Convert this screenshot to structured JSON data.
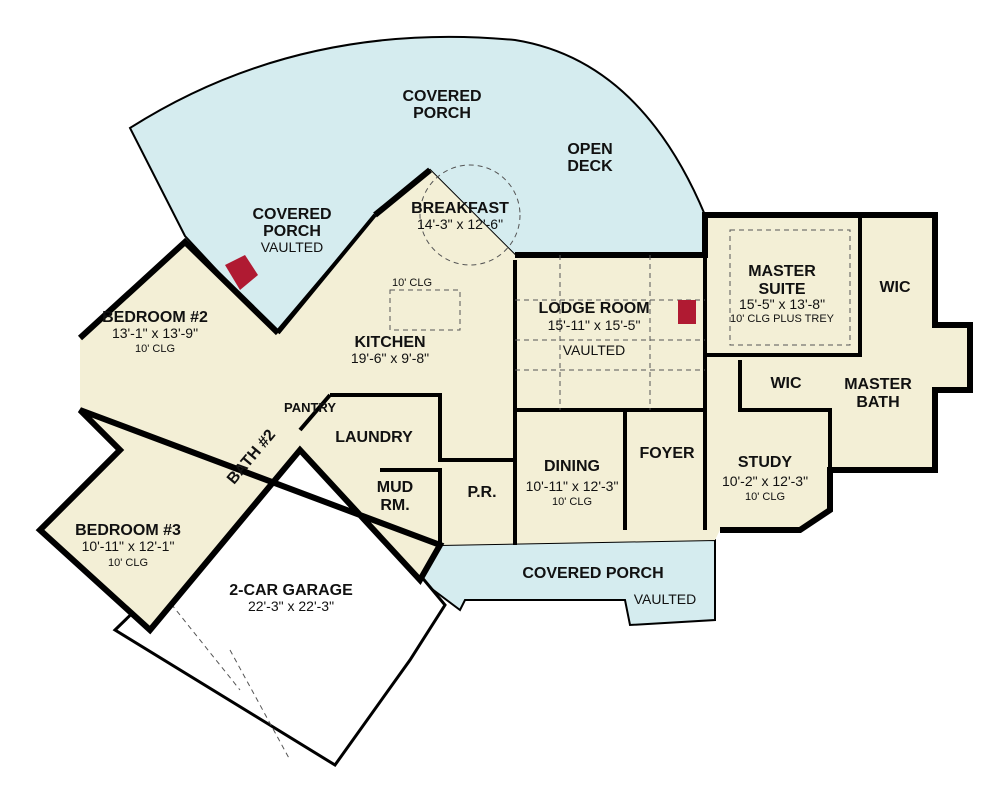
{
  "colors": {
    "interior": "#f3efd6",
    "porch": "#d5ecef",
    "garage": "#ffffff",
    "wall": "#000000",
    "fireplace": "#b01a32"
  },
  "rooms": {
    "covered_porch_top": {
      "name1": "COVERED",
      "name2": "PORCH"
    },
    "open_deck": {
      "name1": "OPEN",
      "name2": "DECK"
    },
    "covered_porch_left": {
      "name1": "COVERED",
      "name2": "PORCH",
      "note": "VAULTED"
    },
    "breakfast": {
      "name": "BREAKFAST",
      "dims": "14'-3\" x 12'-6\""
    },
    "bedroom2": {
      "name": "BEDROOM #2",
      "dims": "13'-1\" x 13'-9\"",
      "clg": "10' CLG"
    },
    "kitchen": {
      "clg": "10' CLG",
      "name": "KITCHEN",
      "dims": "19'-6\" x 9'-8\""
    },
    "lodge_room": {
      "name": "LODGE ROOM",
      "dims": "15'-11\" x 15'-5\"",
      "note": "VAULTED"
    },
    "master_suite": {
      "name1": "MASTER",
      "name2": "SUITE",
      "dims": "15'-5\" x 13'-8\"",
      "clg": "10' CLG PLUS TREY"
    },
    "wic_master": {
      "name": "WIC"
    },
    "wic_suite": {
      "name": "WIC"
    },
    "master_bath": {
      "name1": "MASTER",
      "name2": "BATH"
    },
    "pantry": {
      "name": "PANTRY"
    },
    "laundry": {
      "name": "LAUNDRY"
    },
    "bath2": {
      "name": "BATH #2"
    },
    "mud_rm": {
      "name1": "MUD",
      "name2": "RM."
    },
    "powder_room": {
      "name": "P.R."
    },
    "dining": {
      "name": "DINING",
      "dims": "10'-11\" x 12'-3\"",
      "clg": "10' CLG"
    },
    "foyer": {
      "name": "FOYER"
    },
    "study": {
      "name": "STUDY",
      "dims": "10'-2\" x 12'-3\"",
      "clg": "10' CLG"
    },
    "bedroom3": {
      "name": "BEDROOM #3",
      "dims": "10'-11\" x 12'-1\"",
      "clg": "10' CLG"
    },
    "garage": {
      "name": "2-CAR GARAGE",
      "dims": "22'-3\" x 22'-3\""
    },
    "covered_porch_front": {
      "name": "COVERED PORCH",
      "note": "VAULTED"
    }
  }
}
